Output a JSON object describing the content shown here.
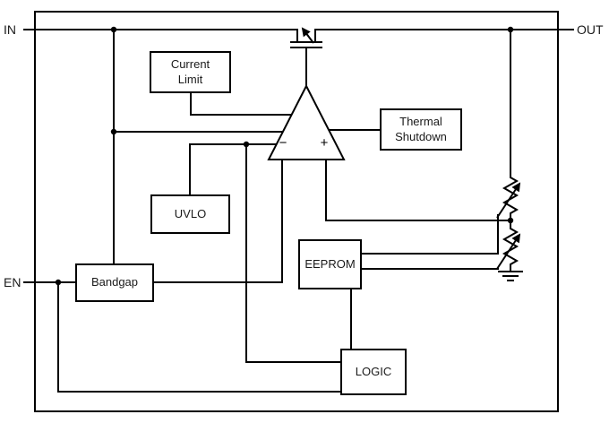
{
  "pins": {
    "in": "IN",
    "out": "OUT",
    "en": "EN"
  },
  "blocks": {
    "current_limit": "Current\nLimit",
    "thermal_shutdown": "Thermal\nShutdown",
    "uvlo": "UVLO",
    "bandgap": "Bandgap",
    "eeprom": "EEPROM",
    "logic": "LOGIC"
  },
  "amplifier": {
    "inverting": "−",
    "noninverting": "+"
  },
  "symbols": {
    "pass_transistor": "pmos-pass-transistor-icon",
    "error_amplifier": "error-amplifier-triangle-icon",
    "feedback_resistors": "variable-resistor-icon",
    "ground": "ground-icon"
  },
  "colors": {
    "line": "#000000",
    "background": "#ffffff",
    "text": "#1a1a1a"
  }
}
